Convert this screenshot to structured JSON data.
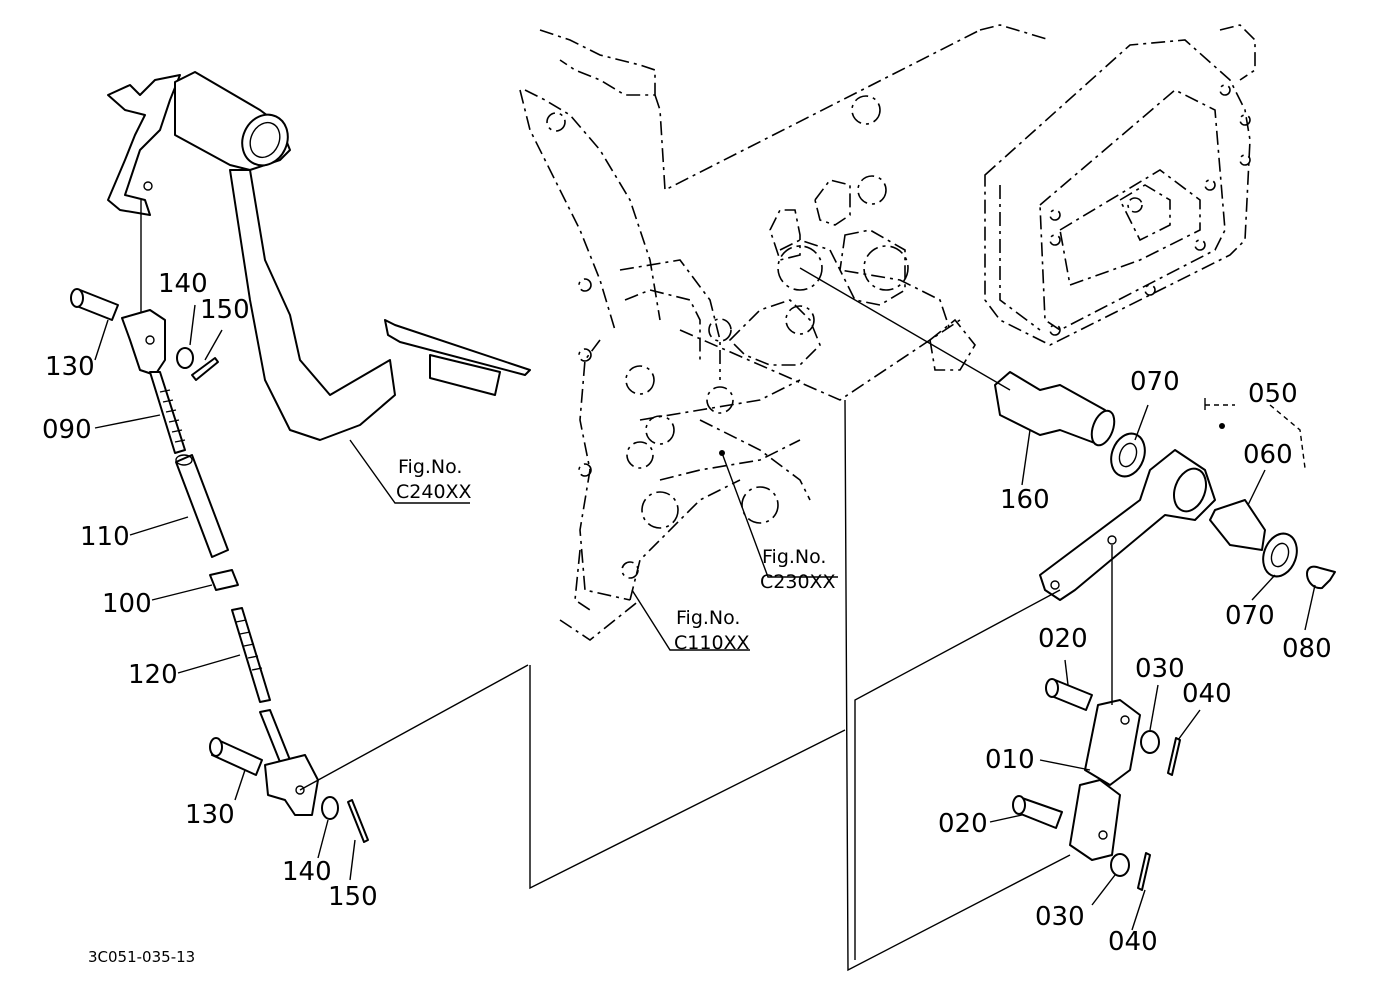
{
  "diagram_code": "3C051-035-13",
  "figure_refs": [
    {
      "line1": "Fig.No.",
      "line2": "C240XX"
    },
    {
      "line1": "Fig.No.",
      "line2": "C230XX"
    },
    {
      "line1": "Fig.No.",
      "line2": "C110XX"
    }
  ],
  "callouts": {
    "p140a": "140",
    "p150a": "150",
    "p130a": "130",
    "p090": "090",
    "p110": "110",
    "p100": "100",
    "p120": "120",
    "p130b": "130",
    "p140b": "140",
    "p150b": "150",
    "p070a": "070",
    "p050": "050",
    "p060": "060",
    "p160": "160",
    "p070b": "070",
    "p080": "080",
    "p020a": "020",
    "p030a": "030",
    "p040a": "040",
    "p010": "010",
    "p020b": "020",
    "p030b": "030",
    "p040b": "040"
  }
}
